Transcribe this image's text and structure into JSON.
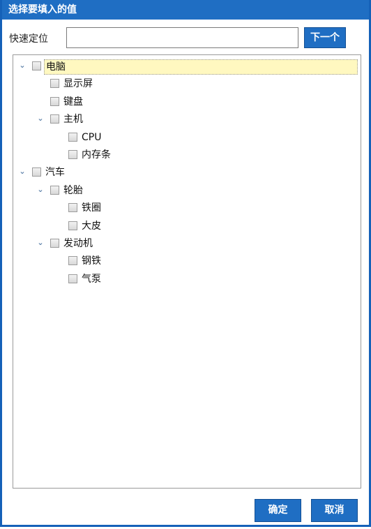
{
  "dialog": {
    "title": "选择要填入的值"
  },
  "search": {
    "label": "快速定位",
    "value": "",
    "placeholder": "",
    "next_label": "下一个"
  },
  "tree": [
    {
      "label": "电脑",
      "level": 0,
      "expanded": true,
      "has_children": true,
      "selected": true
    },
    {
      "label": "显示屏",
      "level": 1,
      "has_children": false
    },
    {
      "label": "键盘",
      "level": 1,
      "has_children": false
    },
    {
      "label": "主机",
      "level": 1,
      "expanded": true,
      "has_children": true
    },
    {
      "label": "CPU",
      "level": 2,
      "has_children": false
    },
    {
      "label": "内存条",
      "level": 2,
      "has_children": false
    },
    {
      "label": "汽车",
      "level": 0,
      "expanded": true,
      "has_children": true
    },
    {
      "label": "轮胎",
      "level": 1,
      "expanded": true,
      "has_children": true
    },
    {
      "label": "铁圈",
      "level": 2,
      "has_children": false
    },
    {
      "label": "大皮",
      "level": 2,
      "has_children": false
    },
    {
      "label": "发动机",
      "level": 1,
      "expanded": true,
      "has_children": true
    },
    {
      "label": "钢铁",
      "level": 2,
      "has_children": false
    },
    {
      "label": "气泵",
      "level": 2,
      "has_children": false
    }
  ],
  "footer": {
    "ok_label": "确定",
    "cancel_label": "取消"
  },
  "colors": {
    "accent": "#1f6ec3",
    "selected_bg": "#fff8c0"
  }
}
